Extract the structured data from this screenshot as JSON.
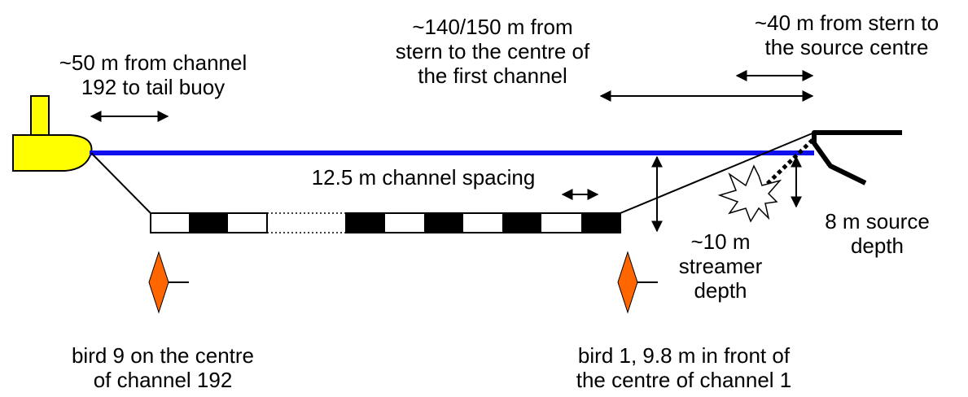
{
  "colors": {
    "streamer_surface": "#1010ee",
    "vessel_fill": "#ffff00",
    "bird_fill": "#ff6600",
    "source_fill": "#ffffff",
    "ink": "#000000"
  },
  "icons": {
    "vessel": "tail-buoy-icon",
    "bird": "bird-diamond-icon",
    "source": "airgun-burst-icon"
  },
  "labels": {
    "tail_buoy_distance": [
      "~50 m from channel",
      "192 to tail buoy"
    ],
    "stern_to_first_channel": [
      "~140/150 m from",
      "stern to the centre of",
      "the first channel"
    ],
    "stern_to_source": [
      "~40 m from stern to",
      "the source centre"
    ],
    "channel_spacing": "12.5 m channel spacing",
    "source_depth": [
      "8 m source",
      "depth"
    ],
    "streamer_depth": [
      "~10 m",
      "streamer",
      "depth"
    ],
    "bird_9": [
      "bird 9 on the centre",
      "of channel 192"
    ],
    "bird_1": [
      "bird 1, 9.8 m in front of",
      "the centre of channel 1"
    ]
  }
}
